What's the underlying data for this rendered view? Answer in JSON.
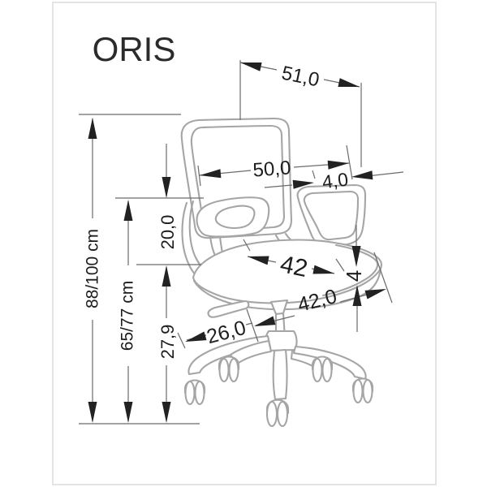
{
  "product": {
    "title": "ORIS"
  },
  "dimension_labels": {
    "top_depth": "51,0",
    "backrest_width": "50,0",
    "backrest_side": "4,0",
    "seat_width": "42",
    "seat_thickness": "4",
    "seat_depth": "42,0",
    "base_leg": "26,0",
    "backrest_to_seat": "20,0",
    "seat_to_floor": "27,9",
    "overall_height": "88/100 cm",
    "seat_height": "65/77 cm"
  },
  "colors": {
    "background": "#ffffff",
    "chair_outline": "#a5a5a5",
    "dimension_lines": "#6b6b6b",
    "dimension_text": "#1d1d1d",
    "arrowheads": "#222222",
    "frame_border": "#d8dcde"
  }
}
